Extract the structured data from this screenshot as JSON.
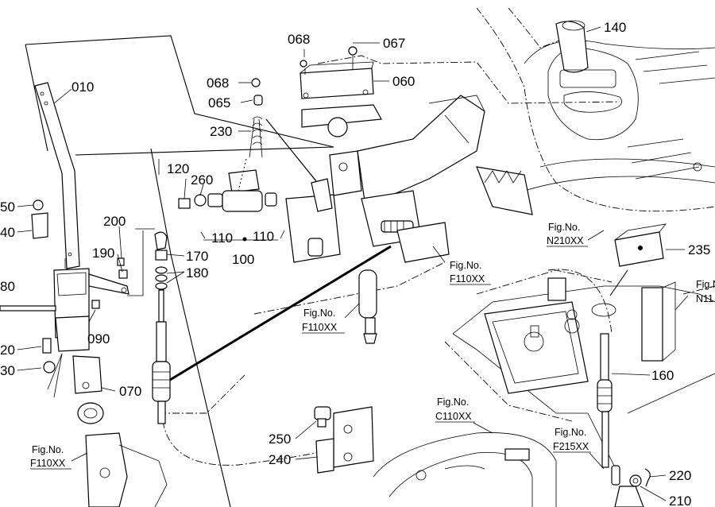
{
  "parts": [
    {
      "id": "p010",
      "label": "010"
    },
    {
      "id": "p020",
      "label": "20"
    },
    {
      "id": "p030",
      "label": "30"
    },
    {
      "id": "p040",
      "label": "40"
    },
    {
      "id": "p050",
      "label": "50"
    },
    {
      "id": "p060",
      "label": "060"
    },
    {
      "id": "p065",
      "label": "065"
    },
    {
      "id": "p067",
      "label": "067"
    },
    {
      "id": "p068a",
      "label": "068"
    },
    {
      "id": "p068b",
      "label": "068"
    },
    {
      "id": "p070",
      "label": "070"
    },
    {
      "id": "p080",
      "label": "80"
    },
    {
      "id": "p090",
      "label": "090"
    },
    {
      "id": "p100",
      "label": "100"
    },
    {
      "id": "p110a",
      "label": "110"
    },
    {
      "id": "p110b",
      "label": "110"
    },
    {
      "id": "p120",
      "label": "120"
    },
    {
      "id": "p140",
      "label": "140"
    },
    {
      "id": "p160",
      "label": "160"
    },
    {
      "id": "p170",
      "label": "170"
    },
    {
      "id": "p180",
      "label": "180"
    },
    {
      "id": "p190",
      "label": "190"
    },
    {
      "id": "p200",
      "label": "200"
    },
    {
      "id": "p210",
      "label": "210"
    },
    {
      "id": "p220",
      "label": "220"
    },
    {
      "id": "p230",
      "label": "230"
    },
    {
      "id": "p235",
      "label": "235"
    },
    {
      "id": "p240",
      "label": "240"
    },
    {
      "id": "p250",
      "label": "250"
    },
    {
      "id": "p260",
      "label": "260"
    }
  ],
  "figure_refs": [
    {
      "id": "f1",
      "line1": "Fig.No.",
      "line2": "F110XX"
    },
    {
      "id": "f2",
      "line1": "Fig.No.",
      "line2": "F110XX"
    },
    {
      "id": "f3",
      "line1": "Fig.No.",
      "line2": "F110XX"
    },
    {
      "id": "f4",
      "line1": "Fig.No.",
      "line2": "N210XX"
    },
    {
      "id": "f5",
      "line1": "Fig.N",
      "line2": "N11"
    },
    {
      "id": "f6",
      "line1": "Fig.No.",
      "line2": "C110XX"
    },
    {
      "id": "f7",
      "line1": "Fig.No.",
      "line2": "F215XX"
    }
  ]
}
